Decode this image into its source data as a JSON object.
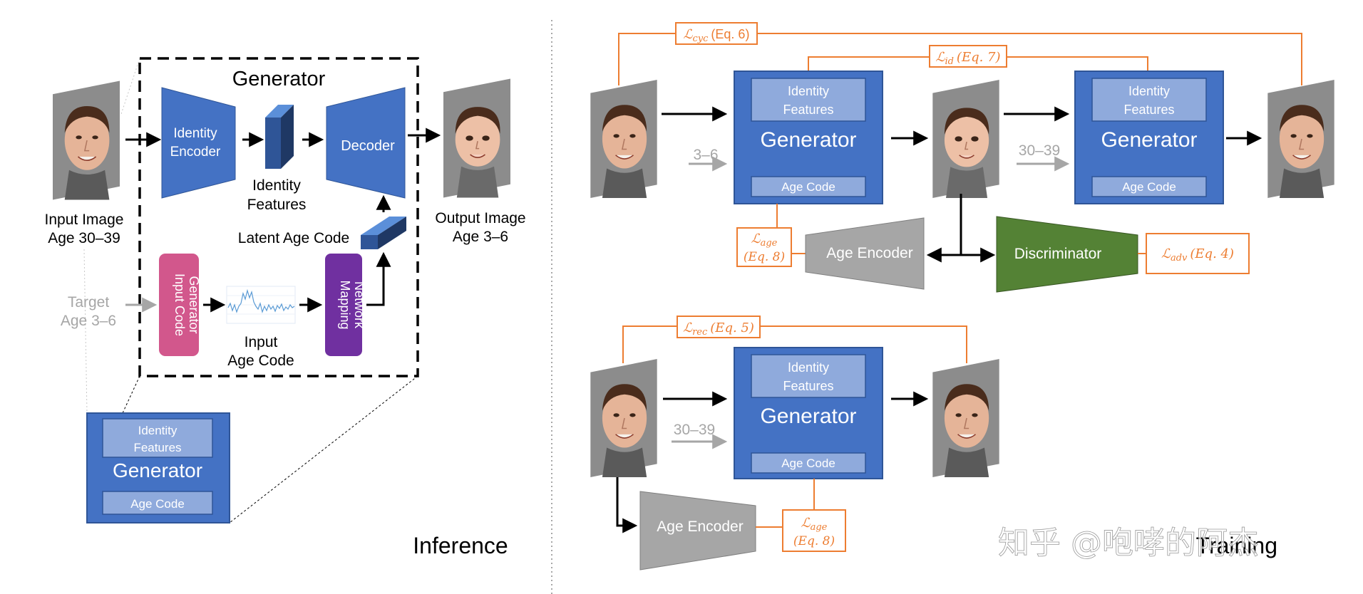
{
  "colors": {
    "generator_fill": "#4472c4",
    "generator_inner_fill": "#8faadc",
    "generator_border": "#2f5597",
    "input_code_generator": "#d2578c",
    "mapping_network": "#7030a0",
    "age_encoder": "#a6a6a6",
    "discriminator": "#548235",
    "loss_orange": "#ed7d31",
    "gray_text": "#a6a6a6",
    "face_bg": "#8c8c8c",
    "skin": "#e5b498",
    "hair": "#4a2c1c"
  },
  "inference": {
    "generator_title": "Generator",
    "identity_encoder": "Identity Encoder",
    "decoder": "Decoder",
    "identity_features_label": "Identity Features",
    "latent_age_code": "Latent Age Code",
    "input_code_generator": "Input Code Generator",
    "input_age_code": "Input Age Code",
    "mapping_network": "Mapping Network",
    "input_image_label": "Input Image",
    "input_image_age": "Age 30–39",
    "output_image_label": "Output Image",
    "output_image_age": "Age 3–6",
    "target_label": "Target",
    "target_age": "Age 3–6",
    "inset": {
      "identity_features": "Identity Features",
      "generator": "Generator",
      "age_code": "Age Code"
    },
    "section_label": "Inference"
  },
  "training": {
    "generator_block": {
      "identity_features": "Identity Features",
      "generator": "Generator",
      "age_code": "Age Code"
    },
    "age_input_young": "3–6",
    "age_input_old": "30–39",
    "age_encoder": "Age Encoder",
    "discriminator": "Discriminator",
    "losses": {
      "cyc": {
        "symbol": "ℒ",
        "sub": "cyc",
        "eq": "(Eq. 6)"
      },
      "id": {
        "symbol": "ℒ",
        "sub": "id",
        "eq": "(Eq. 7)"
      },
      "age": {
        "symbol": "ℒ",
        "sub": "age",
        "eq": "(Eq. 8)"
      },
      "adv": {
        "symbol": "ℒ",
        "sub": "adv",
        "eq": "(Eq. 4)"
      },
      "rec": {
        "symbol": "ℒ",
        "sub": "rec",
        "eq": "(Eq. 5)"
      }
    },
    "section_label": "Training"
  },
  "watermark": "知乎 @咆哮的阿杰"
}
